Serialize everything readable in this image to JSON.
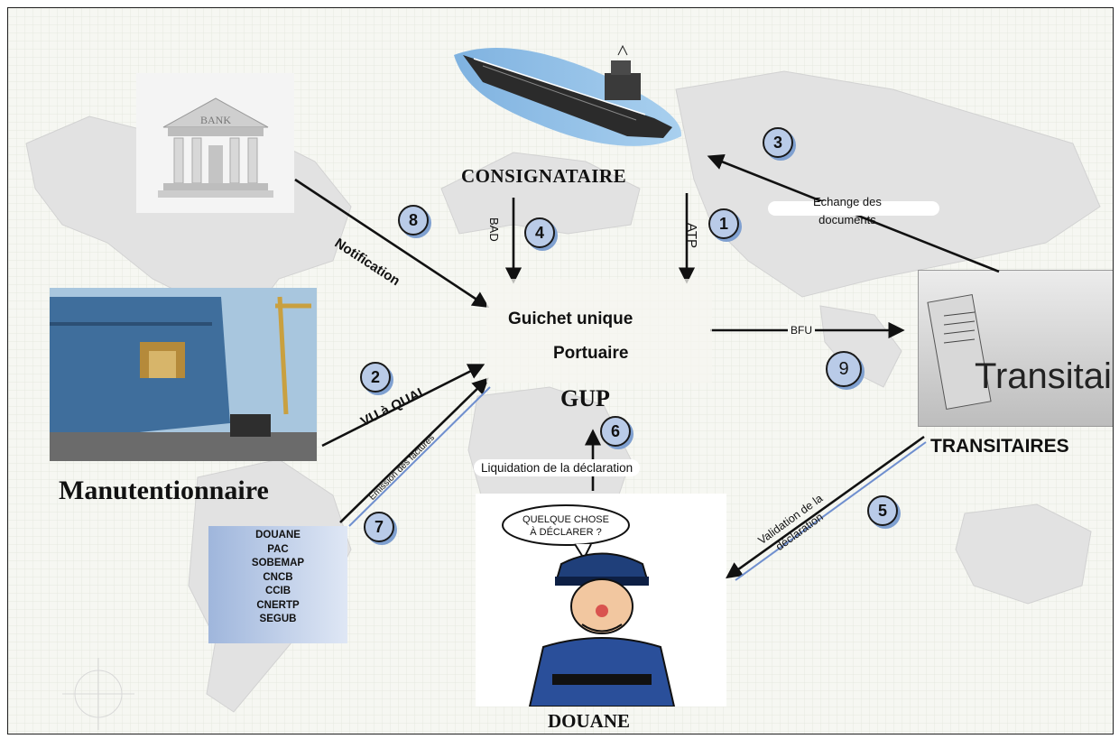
{
  "actors": {
    "consignataire": "CONSIGNATAIRE",
    "manutentionnaire": "Manutentionnaire",
    "transitaires": "TRANSITAIRES",
    "douane": "DOUANE",
    "gup_title_line1": "Guichet unique",
    "gup_title_line2": "Portuaire",
    "gup_abbr": "GUP"
  },
  "images": {
    "bank_sign": "BANK",
    "transitaires_sign": "Transitaires",
    "douane_bubble_line1": "QUELQUE CHOSE",
    "douane_bubble_line2": "À DÉCLARER ?"
  },
  "flows": {
    "atp": "ATP",
    "bad": "BAD",
    "bfu": "BFU",
    "notification": "Notification",
    "vu_a_quai": "VU à QUAI",
    "emission_factures": "Émission des factures",
    "validation_line1": "Validation de la",
    "validation_line2": "déclaration",
    "echange_line1": "Echange des",
    "echange_line2": "documents",
    "liquidation": "Liquidation de la déclaration"
  },
  "steps": [
    "1",
    "2",
    "3",
    "4",
    "5",
    "6",
    "7",
    "8",
    "9"
  ],
  "organizations": [
    "DOUANE",
    "PAC",
    "SOBEMAP",
    "CNCB",
    "CCIB",
    "CNERTP",
    "SEGUB"
  ],
  "colors": {
    "step_fill": "#b9cbe8",
    "step_shadow": "#7fa0d0",
    "map_land": "#e4e4e4",
    "grid": "#e9ece4",
    "accent_blue": "#6f8fcf"
  }
}
